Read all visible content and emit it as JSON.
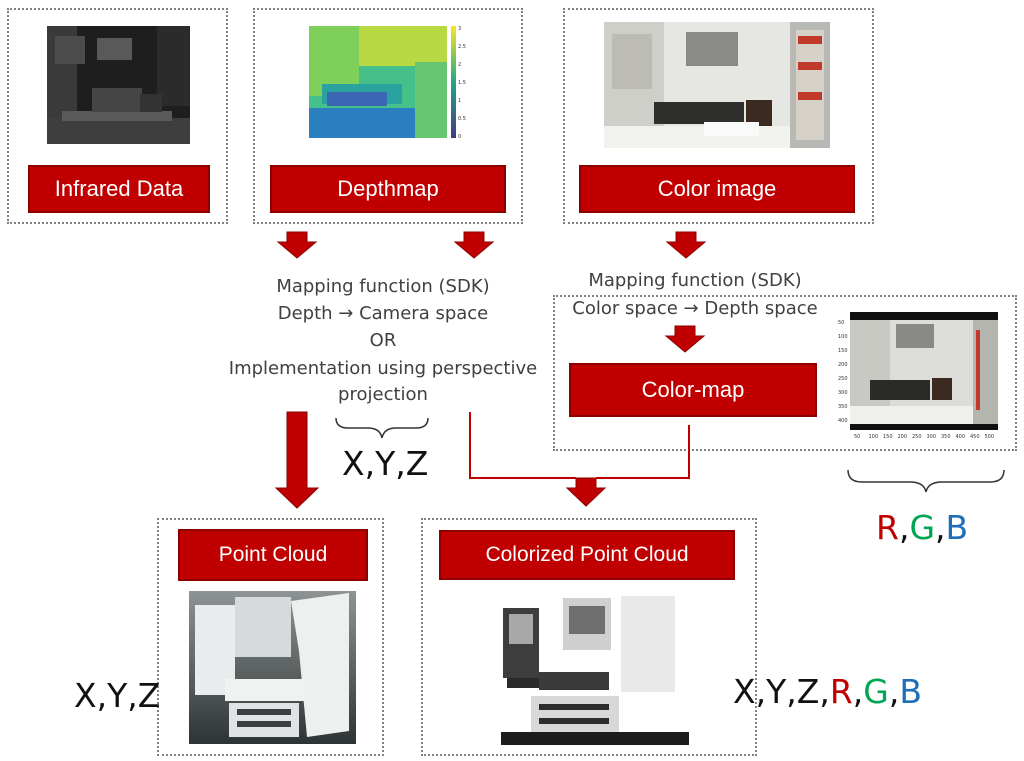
{
  "boxes": {
    "infrared": "Infrared Data",
    "depthmap": "Depthmap",
    "color_image": "Color image",
    "color_map": "Color-map",
    "point_cloud": "Point Cloud",
    "colorized_point_cloud": "Colorized Point Cloud"
  },
  "depth_mapping": {
    "line1": "Mapping function (SDK)",
    "line2": "Depth → Camera space",
    "line3": "OR",
    "line4": "Implementation using perspective",
    "line5": "projection"
  },
  "color_mapping": {
    "line1": "Mapping function (SDK)",
    "line2": "Color space → Depth space"
  },
  "xyz_label": "X,Y,Z",
  "rgb_label": {
    "r": "R",
    "comma1": ",",
    "g": "G",
    "comma2": ",",
    "b": "B"
  },
  "point_cloud_label": "X,Y,Z",
  "colorized_label": {
    "xyz": "X,Y,Z,",
    "r": "R",
    "comma1": ",",
    "g": "G",
    "comma2": ",",
    "b": "B"
  },
  "colors": {
    "red": "#c00000",
    "r": "#c00000",
    "g": "#00a651",
    "b": "#1f6fb8"
  },
  "depth_colorbar_ticks": [
    "3",
    "2.5",
    "2",
    "1.5",
    "1",
    "0.5",
    "0"
  ],
  "colormap_y_ticks": [
    "50",
    "100",
    "150",
    "200",
    "250",
    "300",
    "350",
    "400"
  ],
  "colormap_x_ticks": [
    "50",
    "100",
    "150",
    "200",
    "250",
    "300",
    "350",
    "400",
    "450",
    "500"
  ]
}
